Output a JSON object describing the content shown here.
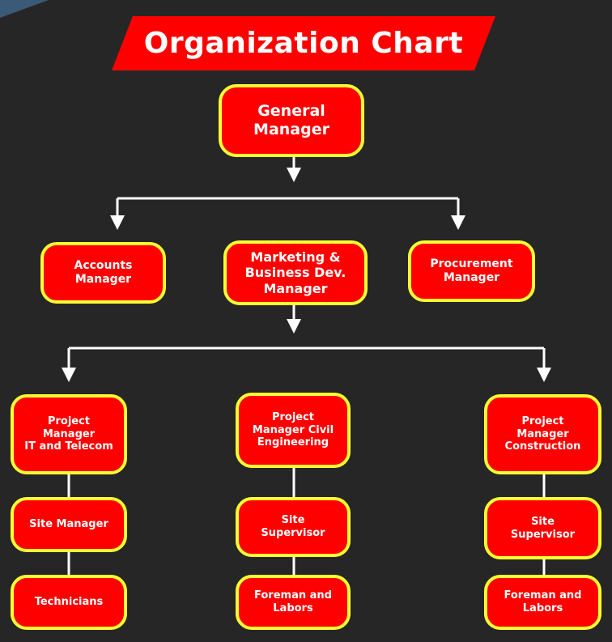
{
  "title": "Organization Chart",
  "colors": {
    "background": "#262626",
    "node_fill": "#ff0000",
    "node_border": "#ffff33",
    "connector": "#ffffff",
    "title_banner": "#ff0000"
  },
  "nodes": {
    "general_manager": "General\nManager",
    "accounts_manager": "Accounts\nManager",
    "marketing_manager": "Marketing &\nBusiness Dev.\nManager",
    "procurement_manager": "Procurement\nManager",
    "pm_it_telecom": "Project\nManager\nIT and Telecom",
    "pm_civil": "Project\nManager Civil\nEngineering",
    "pm_construction": "Project\nManager\nConstruction",
    "site_manager": "Site Manager",
    "site_supervisor_civil": "Site\nSupervisor",
    "site_supervisor_construction": "Site\nSupervisor",
    "technicians": "Technicians",
    "foreman_civil": "Foreman and\nLabors",
    "foreman_construction": "Foreman and\nLabors"
  }
}
